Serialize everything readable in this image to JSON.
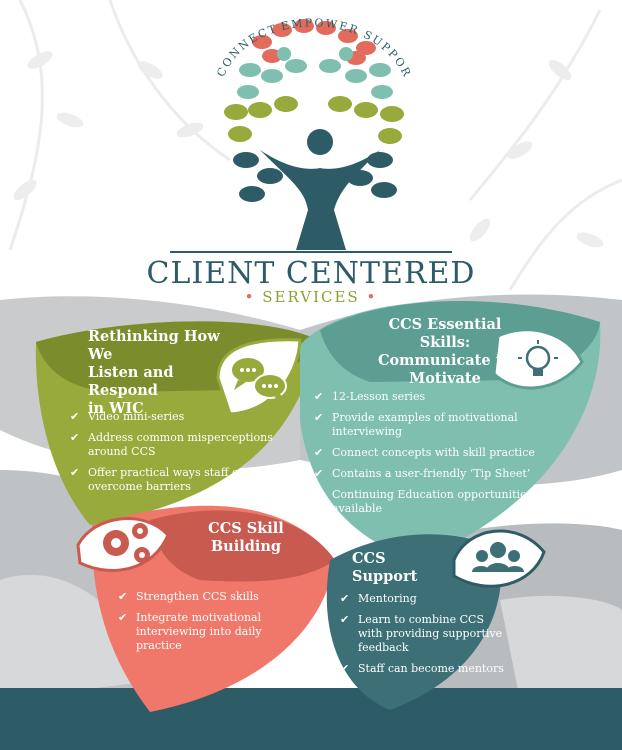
{
  "colors": {
    "teal_dark": "#2e5c66",
    "olive": "#98aa3c",
    "olive_dark": "#7a8c2c",
    "mint": "#7ebfb0",
    "mint_dark": "#5d9e92",
    "coral": "#f0786a",
    "coral_dark": "#c95a4f",
    "navy_teal": "#3d6f76",
    "gray": "#b9bcbf"
  },
  "logo": {
    "arc_words": [
      "CONNECT",
      "EMPOWER",
      "SUPPORT"
    ],
    "title": "CLIENT CENTERED",
    "subtitle": "SERVICES",
    "subtitle_dot": "•"
  },
  "sections": {
    "rethinking": {
      "title_lines": [
        "Rethinking How We",
        "Listen and Respond",
        "in WIC"
      ],
      "icon": "chat-bubbles-icon",
      "items": [
        "Video mini-series",
        "Address common misperceptions around CCS",
        "Offer practical ways staff can overcome barriers"
      ]
    },
    "essential": {
      "title_lines": [
        "CCS Essential Skills:",
        "Communicate to",
        "Motivate"
      ],
      "icon": "lightbulb-icon",
      "items": [
        "12-Lesson series",
        "Provide examples of motivational interviewing",
        "Connect concepts with skill practice",
        "Contains a user-friendly ‘Tip Sheet’",
        "Continuing Education opportunities available"
      ]
    },
    "building": {
      "title_lines": [
        "CCS Skill",
        "Building"
      ],
      "icon": "gears-icon",
      "items": [
        "Strengthen CCS skills",
        "Integrate motivational interviewing into daily practice"
      ]
    },
    "support": {
      "title_lines": [
        "CCS Support"
      ],
      "icon": "group-people-icon",
      "items": [
        "Mentoring",
        "Learn to combine CCS with providing supportive feedback",
        "Staff can become mentors"
      ]
    }
  },
  "check_glyph": "✔"
}
